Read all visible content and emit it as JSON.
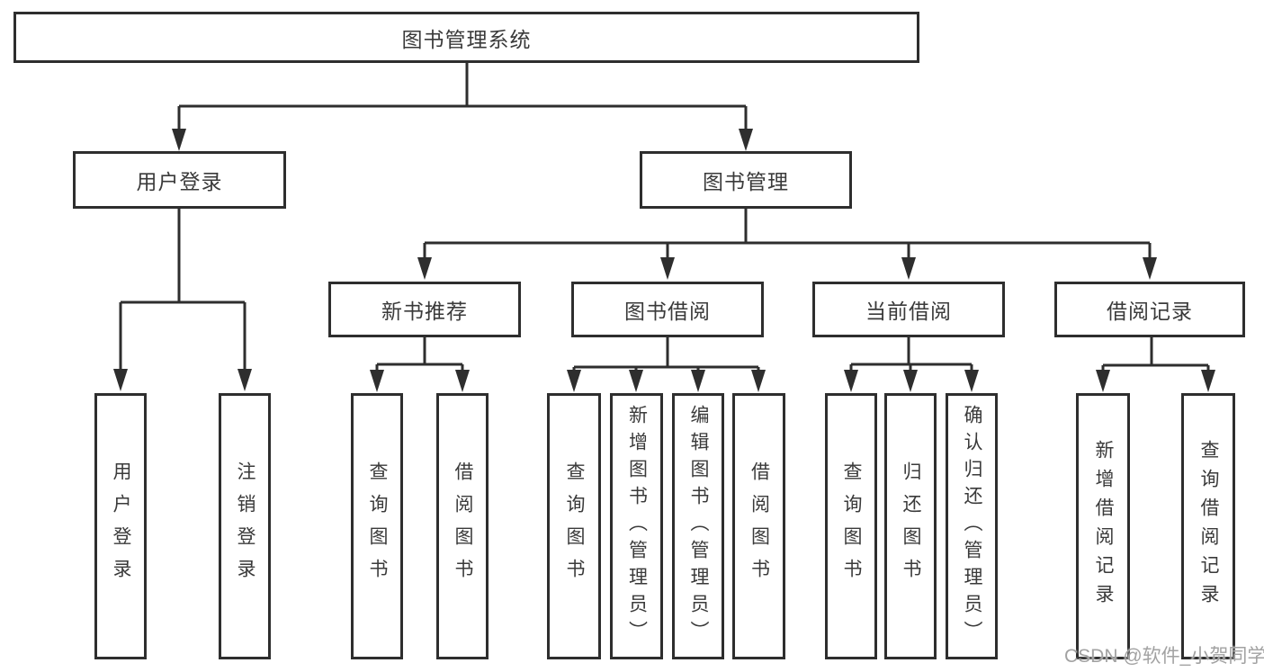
{
  "title": "图书管理系统",
  "nodes": {
    "user_login_group": "用户登录",
    "book_mgmt": "图书管理",
    "new_books": "新书推荐",
    "book_borrow": "图书借阅",
    "current_borrow": "当前借阅",
    "borrow_records": "借阅记录",
    "leaf_user_login": "用户登录",
    "leaf_logout": "注销登录",
    "leaf_nb_query": "查询图书",
    "leaf_nb_borrow": "借阅图书",
    "leaf_bb_query": "查询图书",
    "leaf_bb_add": "新增图书（管理员）",
    "leaf_bb_edit": "编辑图书（管理员）",
    "leaf_bb_borrow": "借阅图书",
    "leaf_cb_query": "查询图书",
    "leaf_cb_return": "归还图书",
    "leaf_cb_confirm": "确认归还（管理员）",
    "leaf_br_add": "新增借阅记录",
    "leaf_br_query": "查询借阅记录"
  },
  "hierarchy": {
    "图书管理系统": {
      "用户登录": [
        "用户登录",
        "注销登录"
      ],
      "图书管理": {
        "新书推荐": [
          "查询图书",
          "借阅图书"
        ],
        "图书借阅": [
          "查询图书",
          "新增图书（管理员）",
          "编辑图书（管理员）",
          "借阅图书"
        ],
        "当前借阅": [
          "查询图书",
          "归还图书",
          "确认归还（管理员）"
        ],
        "借阅记录": [
          "新增借阅记录",
          "查询借阅记录"
        ]
      }
    }
  },
  "watermark": "CSDN @软件_小贺同学",
  "colors": {
    "line": "#2e2e2e",
    "text": "#3a3a3a",
    "background": "#ffffff",
    "watermark": "#a2a2a2"
  }
}
